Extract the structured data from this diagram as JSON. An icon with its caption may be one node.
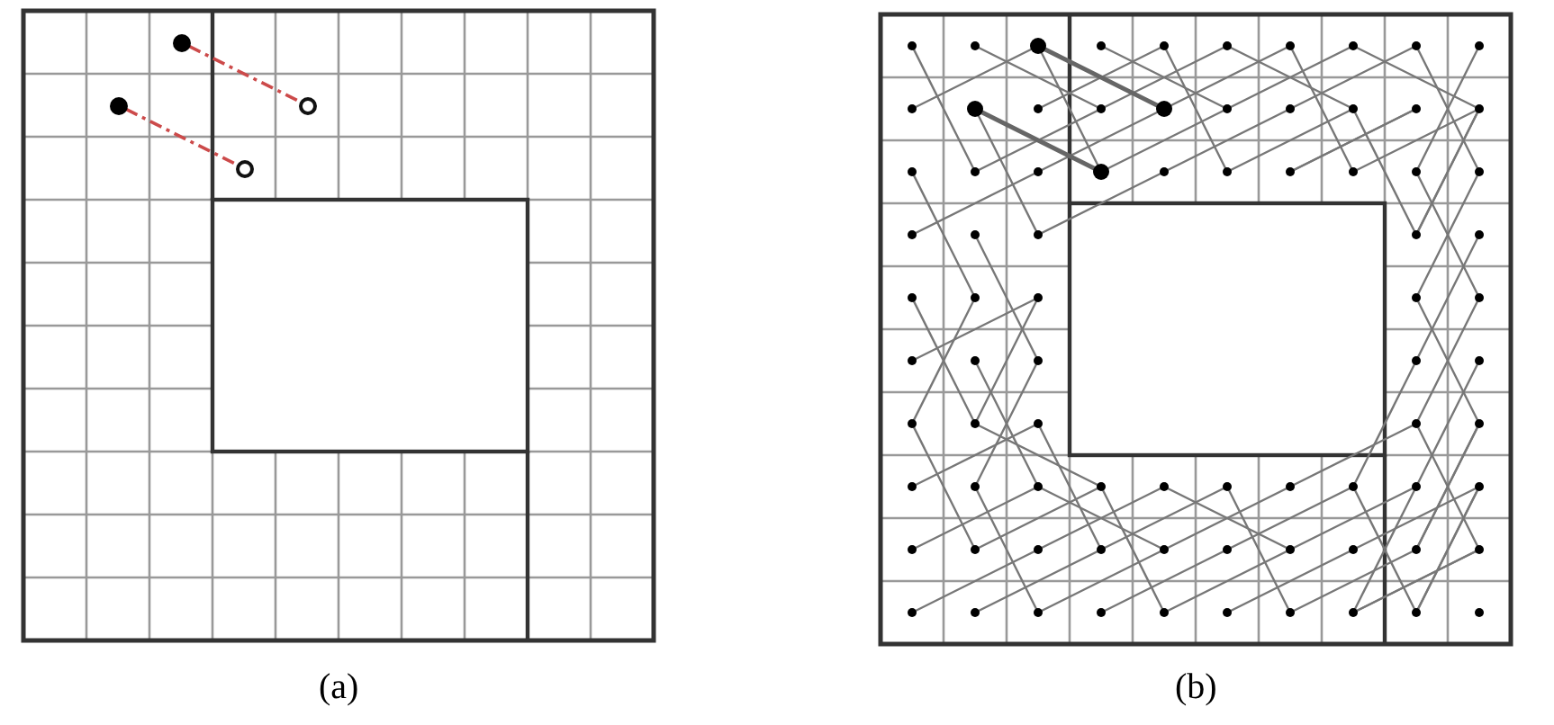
{
  "diagram": {
    "nodes": [
      {
        "text": [],
        "shape": "circle"
      },
      {
        "text": [],
        "shape": "circle"
      },
      {
        "text": [],
        "shape": "circle"
      },
      {
        "text": [],
        "shape": "circle"
      }
    ],
    "edges": [
      {
        "from": 0,
        "to": 2,
        "arrow": "none",
        "style": "dashed",
        "color": "#cc4a4a"
      },
      {
        "from": 1,
        "to": 3,
        "arrow": "none",
        "style": "dashed",
        "color": "#cc4a4a"
      }
    ],
    "labels": [
      "(a)",
      "(b)"
    ]
  }
}
